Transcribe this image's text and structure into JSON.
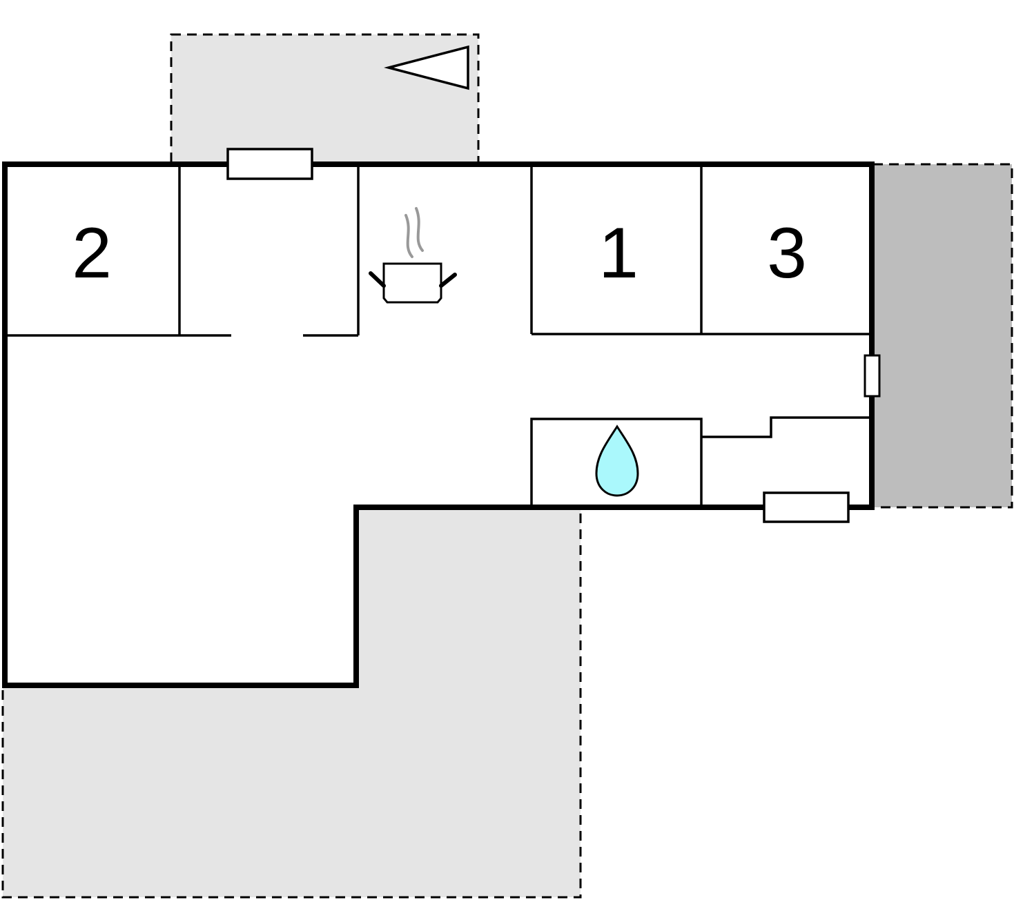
{
  "floor_plan": {
    "rooms": [
      {
        "id": "bedroom-2",
        "label": "2"
      },
      {
        "id": "bedroom-1",
        "label": "1"
      },
      {
        "id": "bedroom-3",
        "label": "3"
      }
    ],
    "icons": [
      {
        "name": "cooking-pot-icon",
        "meaning": "kitchen"
      },
      {
        "name": "water-drop-icon",
        "meaning": "bathroom"
      },
      {
        "name": "triangle-marker-icon",
        "meaning": "outdoor marker"
      }
    ],
    "colors": {
      "wall": "#000000",
      "terrace_light": "#e5e5e5",
      "terrace_dark": "#bdbdbd",
      "water": "#aaf8fc",
      "steam": "#999999"
    }
  }
}
